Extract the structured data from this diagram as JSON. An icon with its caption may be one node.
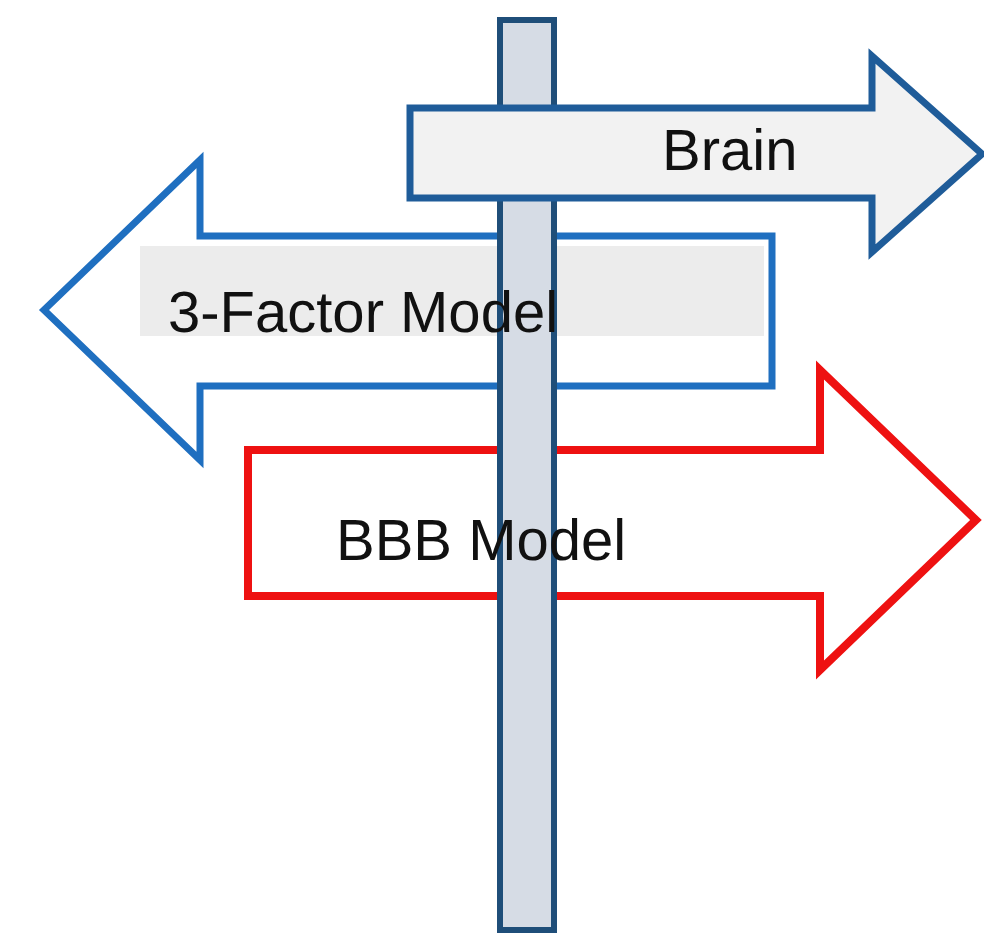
{
  "diagram": {
    "nodes": [
      {
        "text": [
          "Brain"
        ]
      },
      {
        "text": [
          "3-Factor Model"
        ]
      },
      {
        "text": [
          "BBB Model"
        ]
      },
      {
        "text": [],
        "shape": "bar"
      }
    ]
  }
}
